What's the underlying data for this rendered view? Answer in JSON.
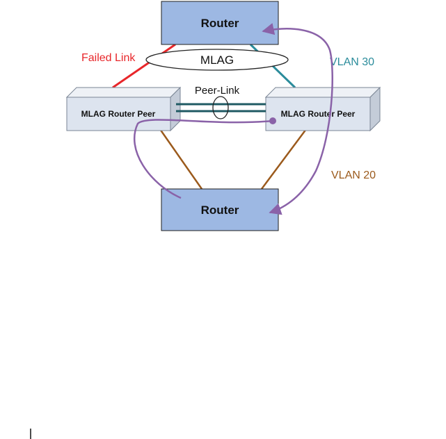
{
  "nodes": {
    "router_top": "Router",
    "router_bottom": "Router",
    "peer_left": "MLAG Router Peer",
    "peer_right": "MLAG Router Peer"
  },
  "labels": {
    "failed_link": "Failed Link",
    "mlag": "MLAG",
    "peer_link": "Peer-Link",
    "vlan30": "VLAN 30",
    "vlan20": "VLAN 20"
  },
  "colors": {
    "router_fill": "#9db8e3",
    "peer_fill": "#dde4ef",
    "failed_link": "#e8262a",
    "vlan30": "#2b8c9b",
    "vlan20": "#9b5a1c",
    "peer_link": "#1f5a63",
    "path": "#8a62a8"
  }
}
